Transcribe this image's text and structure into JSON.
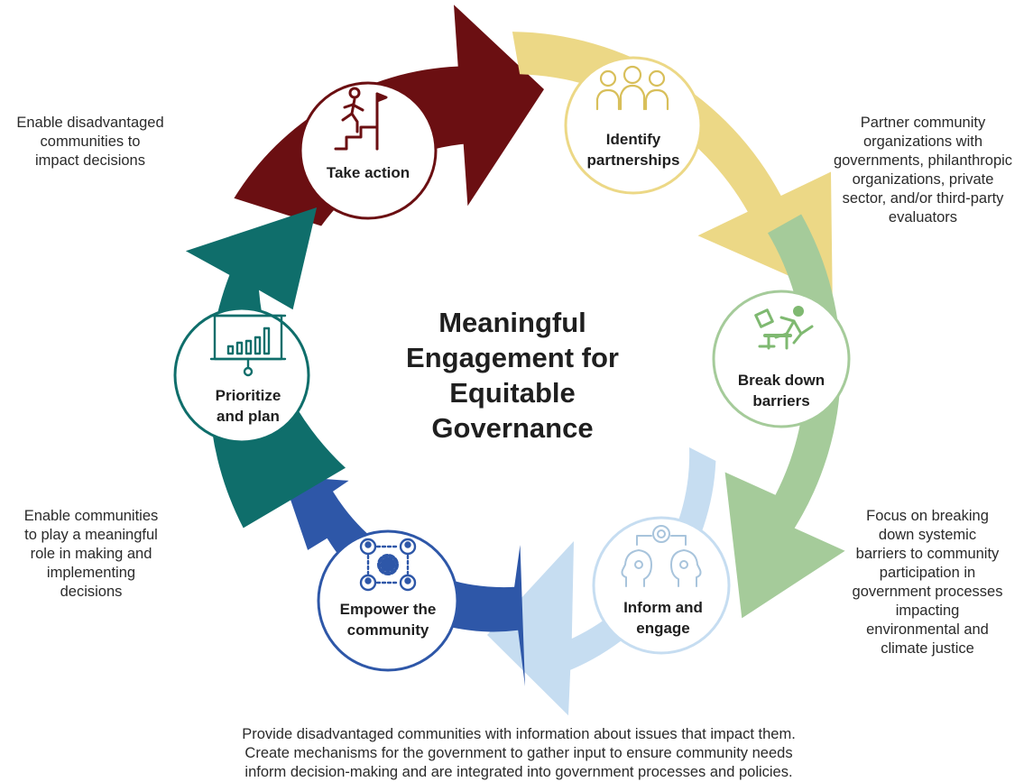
{
  "center_title": [
    "Meaningful",
    "Engagement for",
    "Equitable",
    "Governance"
  ],
  "stages": [
    {
      "id": "take-action",
      "label_lines": [
        "Take action"
      ],
      "color": "#6b0f12",
      "icon": "climbing-stairs-flag-icon"
    },
    {
      "id": "identify-partnerships",
      "label_lines": [
        "Identify",
        "partnerships"
      ],
      "color": "#ecd886",
      "icon": "group-of-people-icon"
    },
    {
      "id": "break-down-barriers",
      "label_lines": [
        "Break down",
        "barriers"
      ],
      "color": "#a5cb9a",
      "icon": "hurdle-jumper-icon"
    },
    {
      "id": "inform-and-engage",
      "label_lines": [
        "Inform and",
        "engage"
      ],
      "color": "#c6ddf1",
      "icon": "two-heads-gear-exchange-icon"
    },
    {
      "id": "empower-the-community",
      "label_lines": [
        "Empower the",
        "community"
      ],
      "color": "#2e57a8",
      "icon": "people-network-gear-icon"
    },
    {
      "id": "prioritize-and-plan",
      "label_lines": [
        "Prioritize",
        "and plan"
      ],
      "color": "#0f6e6b",
      "icon": "presentation-bar-chart-icon"
    }
  ],
  "notes": {
    "take_action": [
      "Enable disadvantaged",
      "communities to",
      "impact decisions"
    ],
    "partnerships": [
      "Partner community",
      "organizations with",
      "governments, philanthropic",
      "organizations, private",
      "sector, and/or third-party",
      "evaluators"
    ],
    "barriers": [
      "Focus on breaking",
      "down systemic",
      "barriers to community",
      "participation in",
      "government processes",
      "impacting",
      "environmental and",
      "climate justice"
    ],
    "empower": [
      "Enable communities",
      "to play a meaningful",
      "role in making and",
      "implementing",
      "decisions"
    ],
    "inform": [
      "Provide disadvantaged communities with information about issues that impact them.",
      "Create mechanisms for the government to gather input to ensure community needs",
      "inform decision-making and are integrated into government processes and policies."
    ]
  }
}
